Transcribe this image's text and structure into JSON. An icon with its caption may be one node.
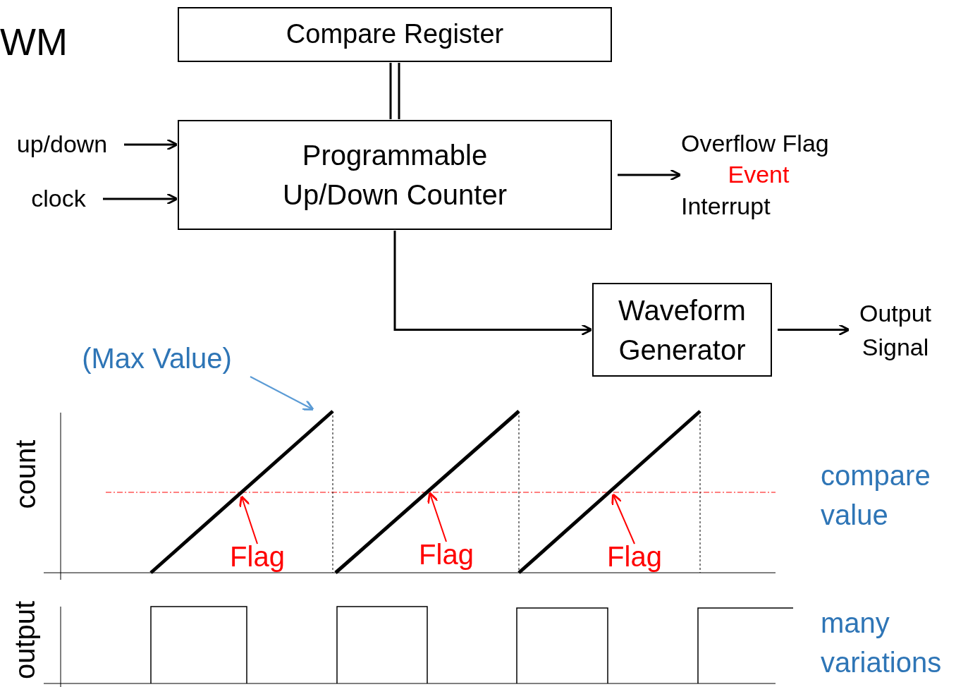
{
  "diagram": {
    "title": "WM",
    "nodes": [
      {
        "text": [
          "Compare Register"
        ]
      },
      {
        "text": [
          "Programmable Up/Down Counter"
        ]
      },
      {
        "text": [
          "up/down"
        ]
      },
      {
        "text": [
          "clock"
        ]
      },
      {
        "text": [
          "Overflow Flag",
          "Event",
          "Interrupt"
        ]
      },
      {
        "text": [
          "Waveform Generator"
        ]
      },
      {
        "text": [
          "Output Signal"
        ]
      },
      {
        "text": [
          "(Max Value)"
        ]
      },
      {
        "text": [
          "Flag"
        ]
      },
      {
        "text": [
          "Flag"
        ]
      },
      {
        "text": [
          "Flag"
        ]
      }
    ],
    "edges": [
      {
        "from": 2,
        "to": 1,
        "arrow": "to"
      },
      {
        "from": 3,
        "to": 1,
        "arrow": "to"
      },
      {
        "from": 1,
        "to": 4,
        "arrow": "to"
      },
      {
        "from": 1,
        "to": 5,
        "arrow": "to"
      },
      {
        "from": 5,
        "to": 6,
        "arrow": "to"
      },
      {
        "from": 0,
        "to": 1,
        "arrow": "none"
      },
      {
        "from": 7,
        "to": null,
        "arrow": "to",
        "color": "#5b9bd5"
      },
      {
        "from": 8,
        "to": null,
        "arrow": "to",
        "color": "#ff0000"
      },
      {
        "from": 9,
        "to": null,
        "arrow": "to",
        "color": "#ff0000"
      },
      {
        "from": 10,
        "to": null,
        "arrow": "to",
        "color": "#ff0000"
      }
    ],
    "labels": [
      "count",
      "output",
      "compare value",
      "many variations"
    ]
  }
}
